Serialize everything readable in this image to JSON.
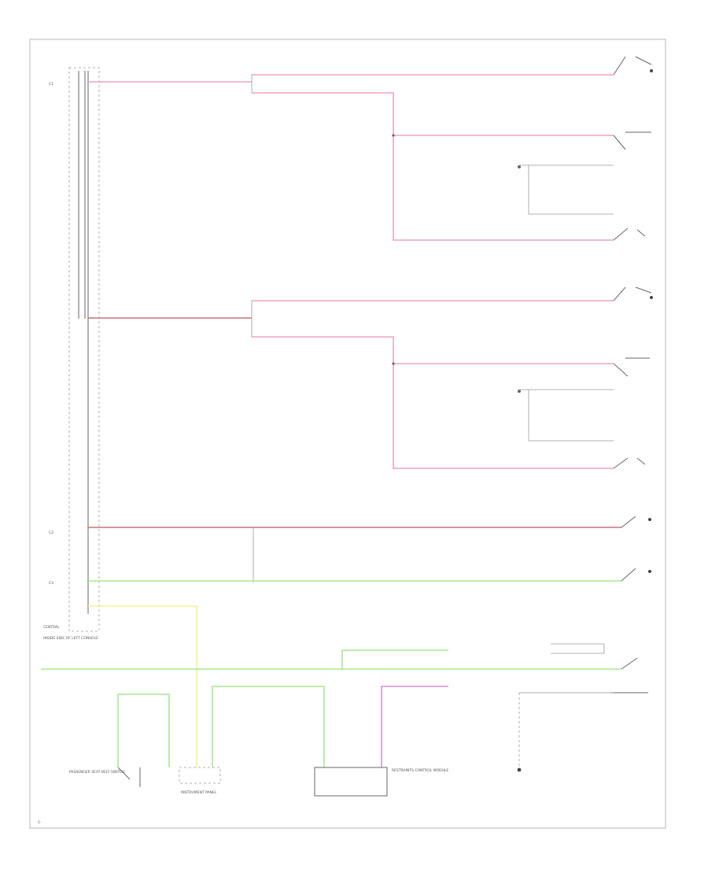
{
  "colors": {
    "pink": "#f0a4c0",
    "red_brown": "#c8707a",
    "green": "#a8e890",
    "yellow": "#f4f098",
    "violet": "#d890e0",
    "gray": "#9a9a9a"
  },
  "labels": {
    "module_note": "INSIDE SIDE OF LEFT CONSOLE",
    "module_name": "CENTRAL",
    "c1": "C1",
    "c2": "C2",
    "c3": "C3",
    "sw_left": "PASSENGER SEAT BELT SWITCH",
    "cluster": "INSTRUMENT PANEL",
    "center_block": "RESTRAINTS CONTROL MODULE",
    "corner_note": "1-"
  },
  "icons": [
    "switch-icon",
    "ground-icon",
    "splice-icon",
    "connector-icon"
  ]
}
